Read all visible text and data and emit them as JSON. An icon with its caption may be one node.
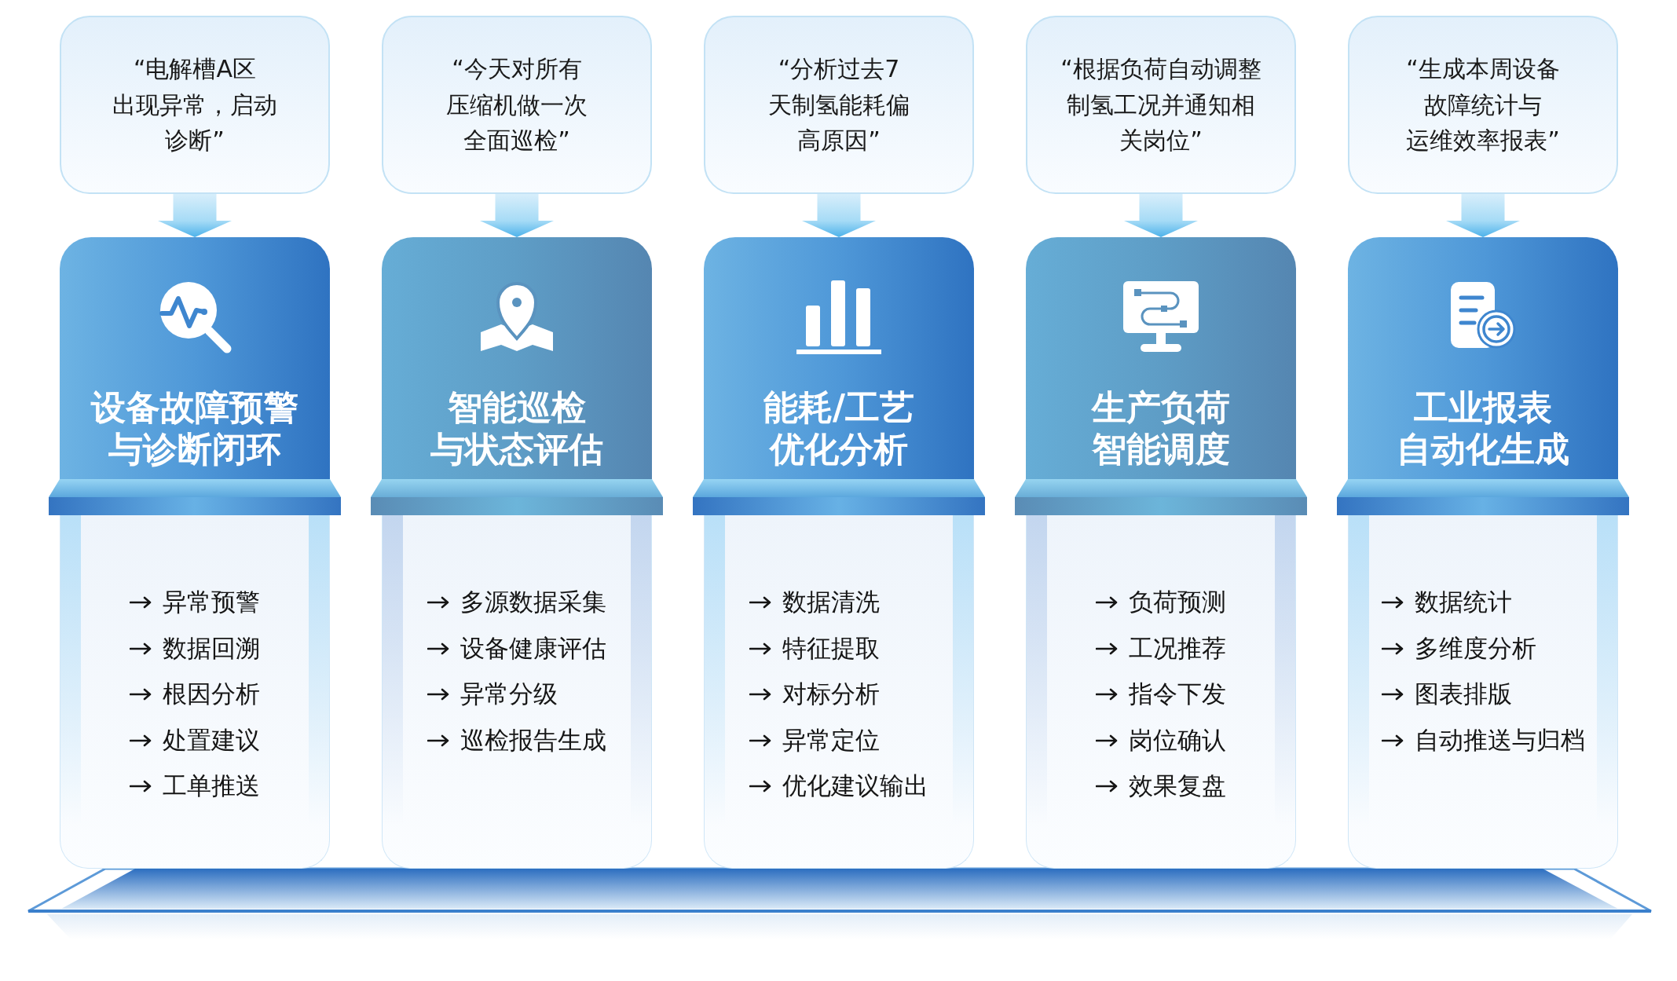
{
  "diagram": {
    "nodes": [
      {
        "text": [
          "“电解槽A区出现异常，启动诊断”"
        ]
      },
      {
        "text": [
          "设备故障预警与诊断闭环"
        ]
      },
      {
        "text": [
          "异常预警",
          "数据回溯",
          "根因分析",
          "处置建议",
          "工单推送"
        ]
      },
      {
        "text": [
          "“今天对所有压缩机做一次全面巡检”"
        ]
      },
      {
        "text": [
          "智能巡检与状态评估"
        ]
      },
      {
        "text": [
          "多源数据采集",
          "设备健康评估",
          "异常分级",
          "巡检报告生成"
        ]
      },
      {
        "text": [
          "“分析过去7天制氢能耗偏高原因”"
        ]
      },
      {
        "text": [
          "能耗/工艺优化分析"
        ]
      },
      {
        "text": [
          "数据清洗",
          "特征提取",
          "对标分析",
          "异常定位",
          "优化建议输出"
        ]
      },
      {
        "text": [
          "“根据负荷自动调整制氢工况并通知相关岗位”"
        ]
      },
      {
        "text": [
          "生产负荷智能调度"
        ]
      },
      {
        "text": [
          "负荷预测",
          "工况推荐",
          "指令下发",
          "岗位确认",
          "效果复盘"
        ]
      },
      {
        "text": [
          "“生成本周设备故障统计与运维效率报表”"
        ]
      },
      {
        "text": [
          "工业报表自动化生成"
        ]
      },
      {
        "text": [
          "数据统计",
          "多维度分析",
          "图表排版",
          "自动推送与归档"
        ]
      }
    ],
    "edges": [
      {
        "from": 0,
        "to": 1,
        "arrow": "to"
      },
      {
        "from": 3,
        "to": 4,
        "arrow": "to"
      },
      {
        "from": 6,
        "to": 7,
        "arrow": "to"
      },
      {
        "from": 9,
        "to": 10,
        "arrow": "to"
      },
      {
        "from": 12,
        "to": 13,
        "arrow": "to"
      }
    ]
  }
}
